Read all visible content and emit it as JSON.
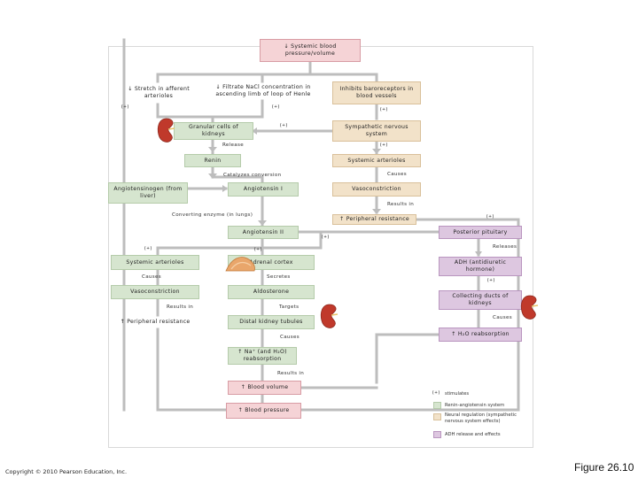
{
  "boxes": {
    "top": "↓ Systemic blood pressure/volume",
    "stretch": "↓ Stretch in afferent arterioles",
    "filtrate": "↓ Filtrate NaCl concentration in ascending limb of loop of Henle",
    "inhibits": "Inhibits baroreceptors in blood vessels",
    "granular": "Granular cells of kidneys",
    "sympathetic": "Sympathetic nervous system",
    "renin": "Renin",
    "systemic_arterioles_r": "Systemic arterioles",
    "angiotensinogen": "Angiotensinogen (from liver)",
    "angiotensin_i": "Angiotensin I",
    "vasoconstriction_r": "Vasoconstriction",
    "peripheral_r": "↑ Peripheral resistance",
    "angiotensin_ii": "Angiotensin II",
    "posterior_pituitary": "Posterior pituitary",
    "systemic_arterioles_l": "Systemic arterioles",
    "adrenal_cortex": "Adrenal cortex",
    "adh": "ADH (antidiuretic hormone)",
    "vasoconstriction_l": "Vasoconstriction",
    "aldosterone": "Aldosterone",
    "collecting_ducts": "Collecting ducts of kidneys",
    "peripheral_l": "↑ Peripheral resistance",
    "distal_tubules": "Distal kidney tubules",
    "h2o_reabsorption": "↑ H₂O reabsorption",
    "na_reabsorption": "↑ Na⁺ (and H₂O) reabsorption",
    "blood_volume": "↑ Blood volume",
    "blood_pressure": "↑ Blood pressure"
  },
  "labels": {
    "release": "Release",
    "catalyzes": "Catalyzes conversion",
    "causes_top": "Causes",
    "results_in_top": "Results in",
    "converting": "Converting enzyme (in lungs)",
    "releases": "Releases",
    "causes_left": "Causes",
    "secretes": "Secretes",
    "results_in_left": "Results in",
    "targets": "Targets",
    "causes_right": "Causes",
    "causes_mid": "Causes",
    "results_in_bottom": "Results in",
    "plus": "(+)"
  },
  "legend": {
    "stimulates": "stimulates",
    "items": [
      {
        "text": "Renin-angiotensin system",
        "color": "#d6e5cf"
      },
      {
        "text": "Neural regulation (sympathetic nervous system effects)",
        "color": "#f2e2c9"
      },
      {
        "text": "ADH release and effects",
        "color": "#ddc7e0"
      }
    ]
  },
  "footer": {
    "copyright": "Copyright © 2010 Pearson Education, Inc.",
    "figure": "Figure 26.10"
  }
}
